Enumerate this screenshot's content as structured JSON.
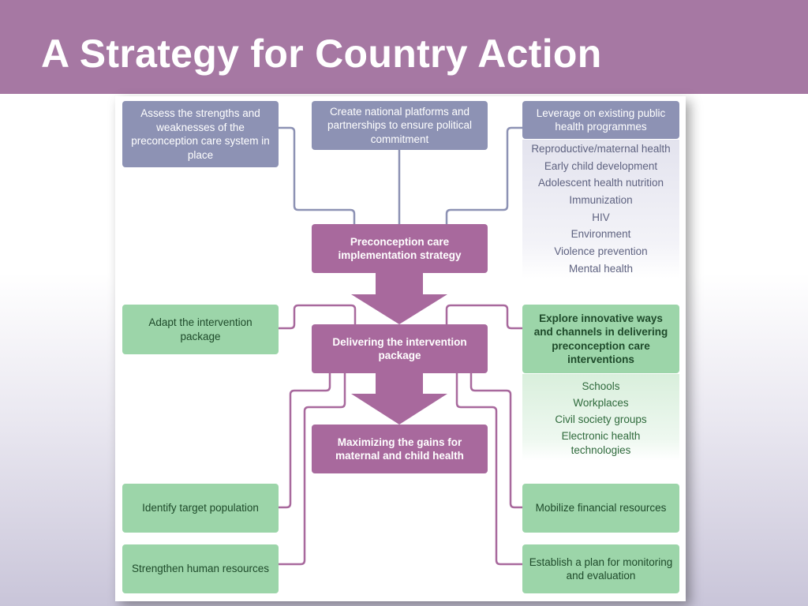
{
  "slide": {
    "title": "A Strategy for Country Action"
  },
  "diagram": {
    "top_left": "Assess the strengths and weaknesses of the preconception care system in place",
    "top_center": "Create national platforms and partnerships to ensure political commitment",
    "top_right": "Leverage on existing public health programmes",
    "programmes": [
      "Reproductive/maternal health",
      "Early child development",
      "Adolescent health nutrition",
      "Immunization",
      "HIV",
      "Environment",
      "Violence prevention",
      "Mental health"
    ],
    "strategy": "Preconception care implementation strategy",
    "adapt": "Adapt the intervention package",
    "delivering": "Delivering the intervention package",
    "explore": "Explore innovative ways and channels in delivering preconception care interventions",
    "channels": [
      "Schools",
      "Workplaces",
      "Civil society groups",
      "Electronic health technologies"
    ],
    "maximizing": "Maximizing the gains for maternal and child health",
    "identify": "Identify target population",
    "mobilize": "Mobilize financial resources",
    "strengthen": "Strengthen human resources",
    "establish": "Establish a plan for monitoring and evaluation",
    "colors": {
      "title_bar": "#a678a3",
      "blue_box": "#8d92b4",
      "purple_box": "#a8699d",
      "green_box": "#9cd5a9",
      "connector": "#8d92b4",
      "purple_connector": "#a8699d"
    }
  }
}
